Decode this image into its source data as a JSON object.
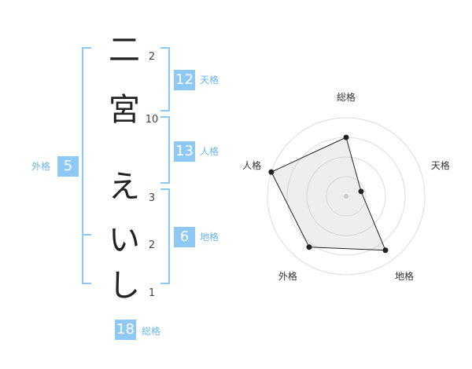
{
  "name": {
    "characters": [
      {
        "char": "二",
        "strokes": "2"
      },
      {
        "char": "宮",
        "strokes": "10"
      },
      {
        "char": "え",
        "strokes": "3"
      },
      {
        "char": "い",
        "strokes": "2"
      },
      {
        "char": "し",
        "strokes": "1"
      }
    ]
  },
  "fortunes": {
    "tenkaku": {
      "value": "12",
      "label": "天格"
    },
    "jinkaku": {
      "value": "13",
      "label": "人格"
    },
    "chikaku": {
      "value": "6",
      "label": "地格"
    },
    "gaikaku": {
      "value": "5",
      "label": "外格"
    },
    "soukaku": {
      "value": "18",
      "label": "総格"
    }
  },
  "radar": {
    "axes": [
      "総格",
      "天格",
      "地格",
      "外格",
      "人格"
    ],
    "values": [
      0.75,
      0.2,
      0.85,
      0.8,
      1.0
    ],
    "rings": 4
  }
}
